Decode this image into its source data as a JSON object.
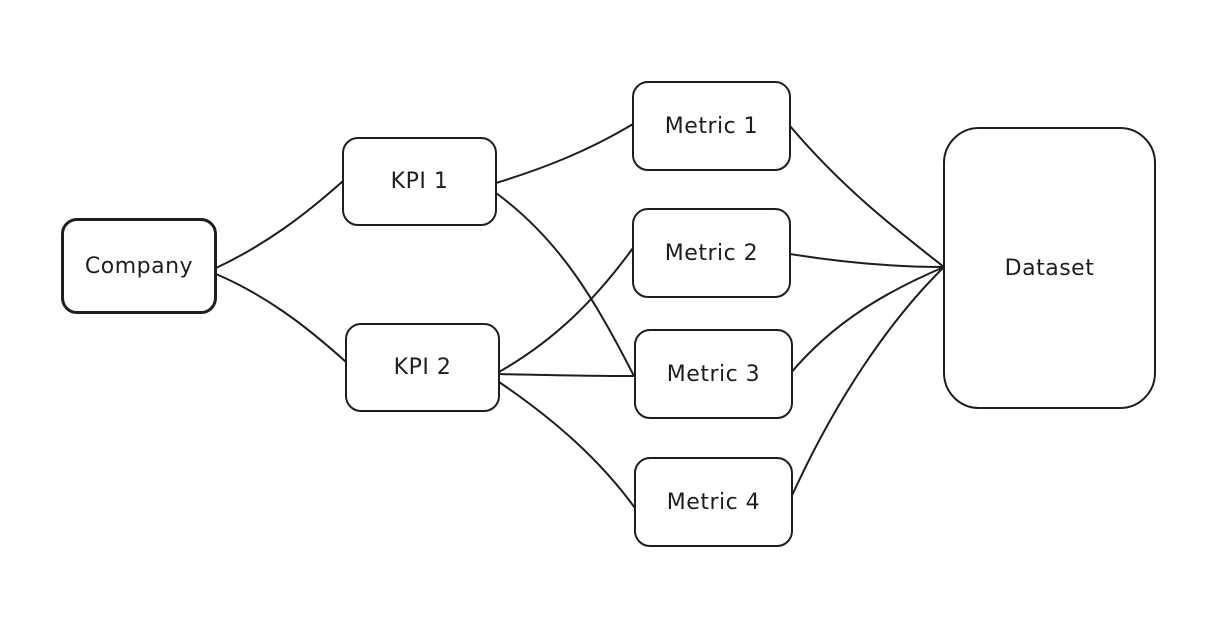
{
  "diagram": {
    "nodes": [
      {
        "id": "company",
        "label": "Company"
      },
      {
        "id": "kpi-1",
        "label": "KPI 1"
      },
      {
        "id": "kpi-2",
        "label": "KPI 2"
      },
      {
        "id": "metric-1",
        "label": "Metric 1"
      },
      {
        "id": "metric-2",
        "label": "Metric 2"
      },
      {
        "id": "metric-3",
        "label": "Metric 3"
      },
      {
        "id": "metric-4",
        "label": "Metric 4"
      },
      {
        "id": "dataset",
        "label": "Dataset"
      }
    ],
    "edges": [
      {
        "from": "company",
        "to": "kpi-1"
      },
      {
        "from": "company",
        "to": "kpi-2"
      },
      {
        "from": "kpi-1",
        "to": "metric-1"
      },
      {
        "from": "kpi-1",
        "to": "metric-3"
      },
      {
        "from": "kpi-2",
        "to": "metric-2"
      },
      {
        "from": "kpi-2",
        "to": "metric-3"
      },
      {
        "from": "kpi-2",
        "to": "metric-4"
      },
      {
        "from": "metric-1",
        "to": "dataset"
      },
      {
        "from": "metric-2",
        "to": "dataset"
      },
      {
        "from": "metric-3",
        "to": "dataset"
      },
      {
        "from": "metric-4",
        "to": "dataset"
      }
    ]
  }
}
